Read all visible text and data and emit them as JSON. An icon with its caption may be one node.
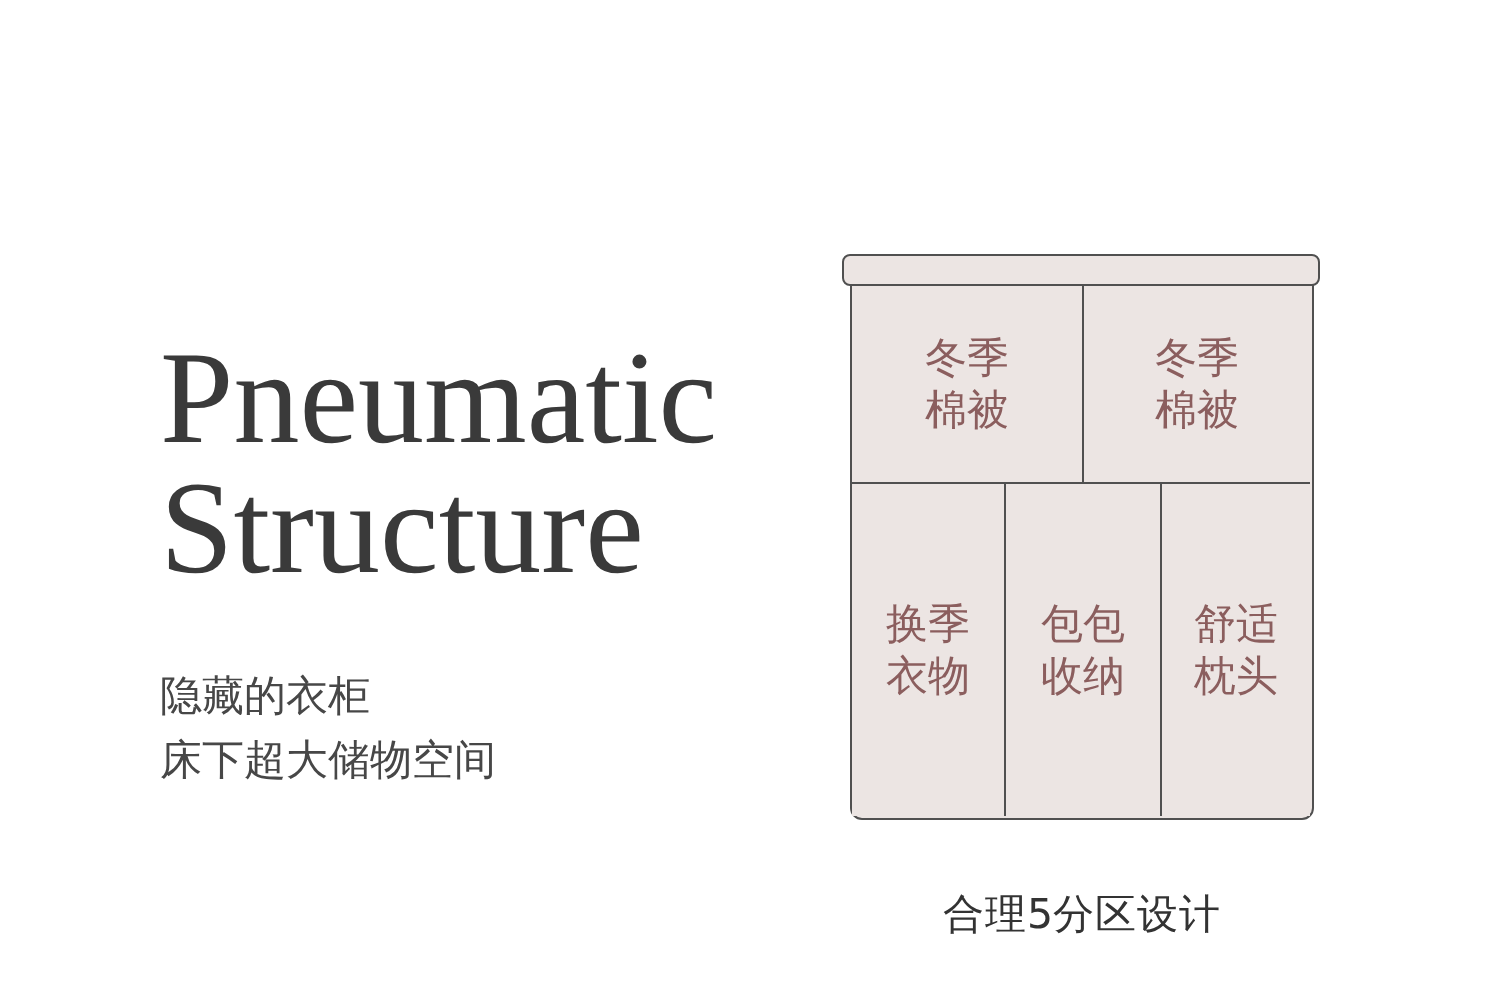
{
  "diagram": {
    "title": "Pneumatic Structure",
    "caption": "合理5分区设计",
    "nodes": [
      {
        "text": [],
        "shape": "bar"
      },
      {
        "text": [],
        "shape": "box"
      },
      {
        "text": [
          "冬季棉被"
        ],
        "in": 1
      },
      {
        "text": [
          "冬季棉被"
        ],
        "in": 1
      },
      {
        "text": [
          "换季衣物"
        ],
        "in": 1
      },
      {
        "text": [
          "包包收纳"
        ],
        "in": 1
      },
      {
        "text": [
          "舒适枕头"
        ],
        "in": 1
      }
    ],
    "labels": [
      "隐藏的衣柜",
      "床下超大储物空间"
    ]
  }
}
